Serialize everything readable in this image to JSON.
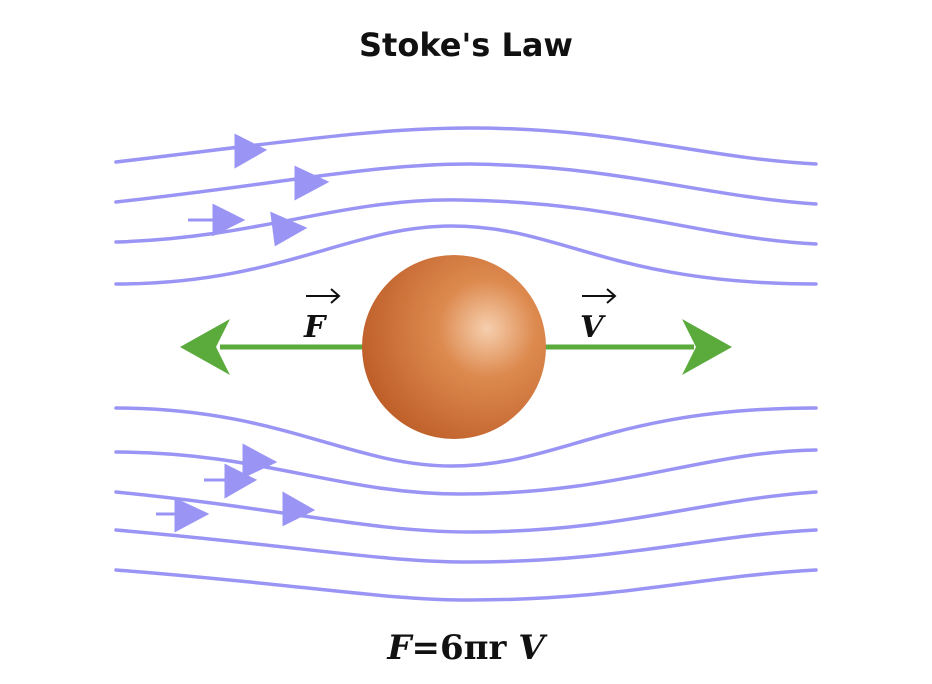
{
  "diagram": {
    "title": "Stoke's Law",
    "force_label": "F",
    "velocity_label": "V",
    "formula": {
      "f": "F",
      "eq": "=",
      "coef": "6",
      "pi": "π",
      "r": "r",
      "v": "V"
    },
    "colors": {
      "streamline": "#9a95f5",
      "arrow": "#5aaa3c",
      "sphere_light": "#f4c7a3",
      "sphere_mid": "#d57a3e",
      "sphere_dark": "#bb5a25"
    }
  }
}
